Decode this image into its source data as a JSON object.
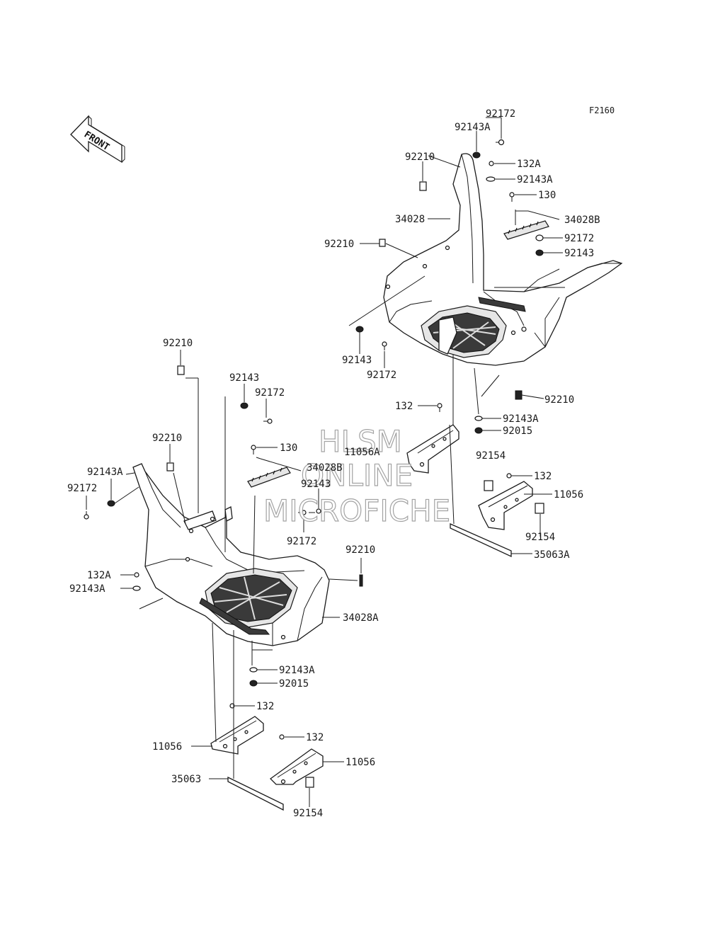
{
  "figure_ref": "F2160",
  "front_arrow_text": "FRONT",
  "watermark": [
    "HLSM",
    "ONLINE",
    "MICROFICHE"
  ],
  "callouts": {
    "right_92172_top": "92172",
    "right_92143A_top": "92143A",
    "right_92210_top": "92210",
    "right_132A": "132A",
    "right_92143A_mid": "92143A",
    "right_130": "130",
    "right_34028": "34028",
    "right_34028B": "34028B",
    "right_92172_mid": "92172",
    "right_92210_mid": "92210",
    "right_92143_mid": "92143",
    "right_92143_low": "92143",
    "right_92172_low": "92172",
    "right_92210_low": "92210",
    "right_132": "132",
    "right_92143A_low": "92143A",
    "right_11056A": "11056A",
    "right_92015": "92015",
    "right_92154_top": "92154",
    "right_132_b": "132",
    "right_11056": "11056",
    "right_92154_low": "92154",
    "right_35063A": "35063A",
    "left_92210_top": "92210",
    "left_92143": "92143",
    "left_92172": "92172",
    "left_92210_mid": "92210",
    "left_130": "130",
    "left_34028B": "34028B",
    "left_92143A": "92143A",
    "left_92143_mid": "92143",
    "left_92172_side": "92172",
    "left_92172_mid": "92172",
    "left_92210_right": "92210",
    "left_132A": "132A",
    "left_92143A_low": "92143A",
    "left_34028A": "34028A",
    "left_92143A_bot": "92143A",
    "left_92015": "92015",
    "left_132": "132",
    "left_11056": "11056",
    "left_132_b": "132",
    "left_11056_b": "11056",
    "left_35063": "35063",
    "left_92154": "92154"
  }
}
